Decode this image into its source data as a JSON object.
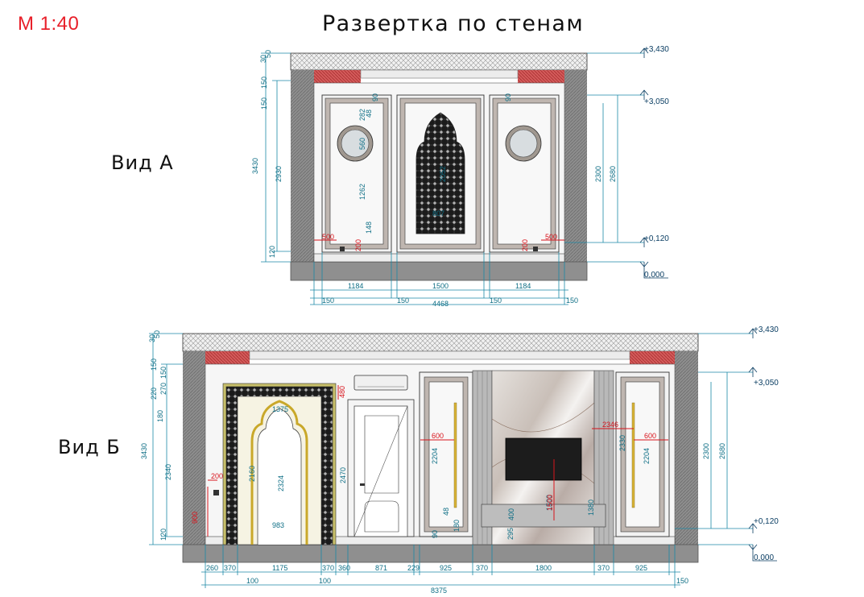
{
  "scale_label": "М 1:40",
  "title": "Развертка по стенам",
  "views": {
    "a": {
      "label": "Вид А",
      "levels": [
        "+3,430",
        "+3,050",
        "+0,120",
        "0,000"
      ],
      "bottom_dims": [
        "1184",
        "1500",
        "1184"
      ],
      "bottom_dims2": [
        "150",
        "150",
        "150",
        "150"
      ],
      "total": "4468",
      "left_dims": [
        "30",
        "50",
        "150",
        "150",
        "3430",
        "2930",
        "120"
      ],
      "right_dims": [
        "2300",
        "2680"
      ],
      "panel_dims": [
        "282",
        "48",
        "90",
        "560",
        "1262",
        "148",
        "2052",
        "807",
        "90"
      ],
      "red_dims": [
        "500",
        "200",
        "500",
        "200"
      ]
    },
    "b": {
      "label": "Вид Б",
      "levels": [
        "+3,430",
        "+3,050",
        "+0,120",
        "0,000"
      ],
      "bottom_dims": [
        "260",
        "370",
        "1175",
        "370",
        "360",
        "871",
        "229",
        "925",
        "370",
        "1800",
        "370",
        "925"
      ],
      "bottom_dims2": [
        "100",
        "100",
        "150"
      ],
      "total": "8375",
      "left_dims": [
        "30",
        "50",
        "150",
        "150",
        "220",
        "270",
        "180",
        "3430",
        "2340",
        "120"
      ],
      "right_dims": [
        "2300",
        "2680"
      ],
      "inner_dims": [
        "1375",
        "2324",
        "2160",
        "983",
        "2470",
        "2204",
        "2204",
        "2330",
        "1500",
        "1380",
        "400",
        "295",
        "48",
        "90",
        "180"
      ],
      "red_dims": [
        "200",
        "900",
        "480",
        "600",
        "2346",
        "600",
        "1500"
      ]
    }
  }
}
